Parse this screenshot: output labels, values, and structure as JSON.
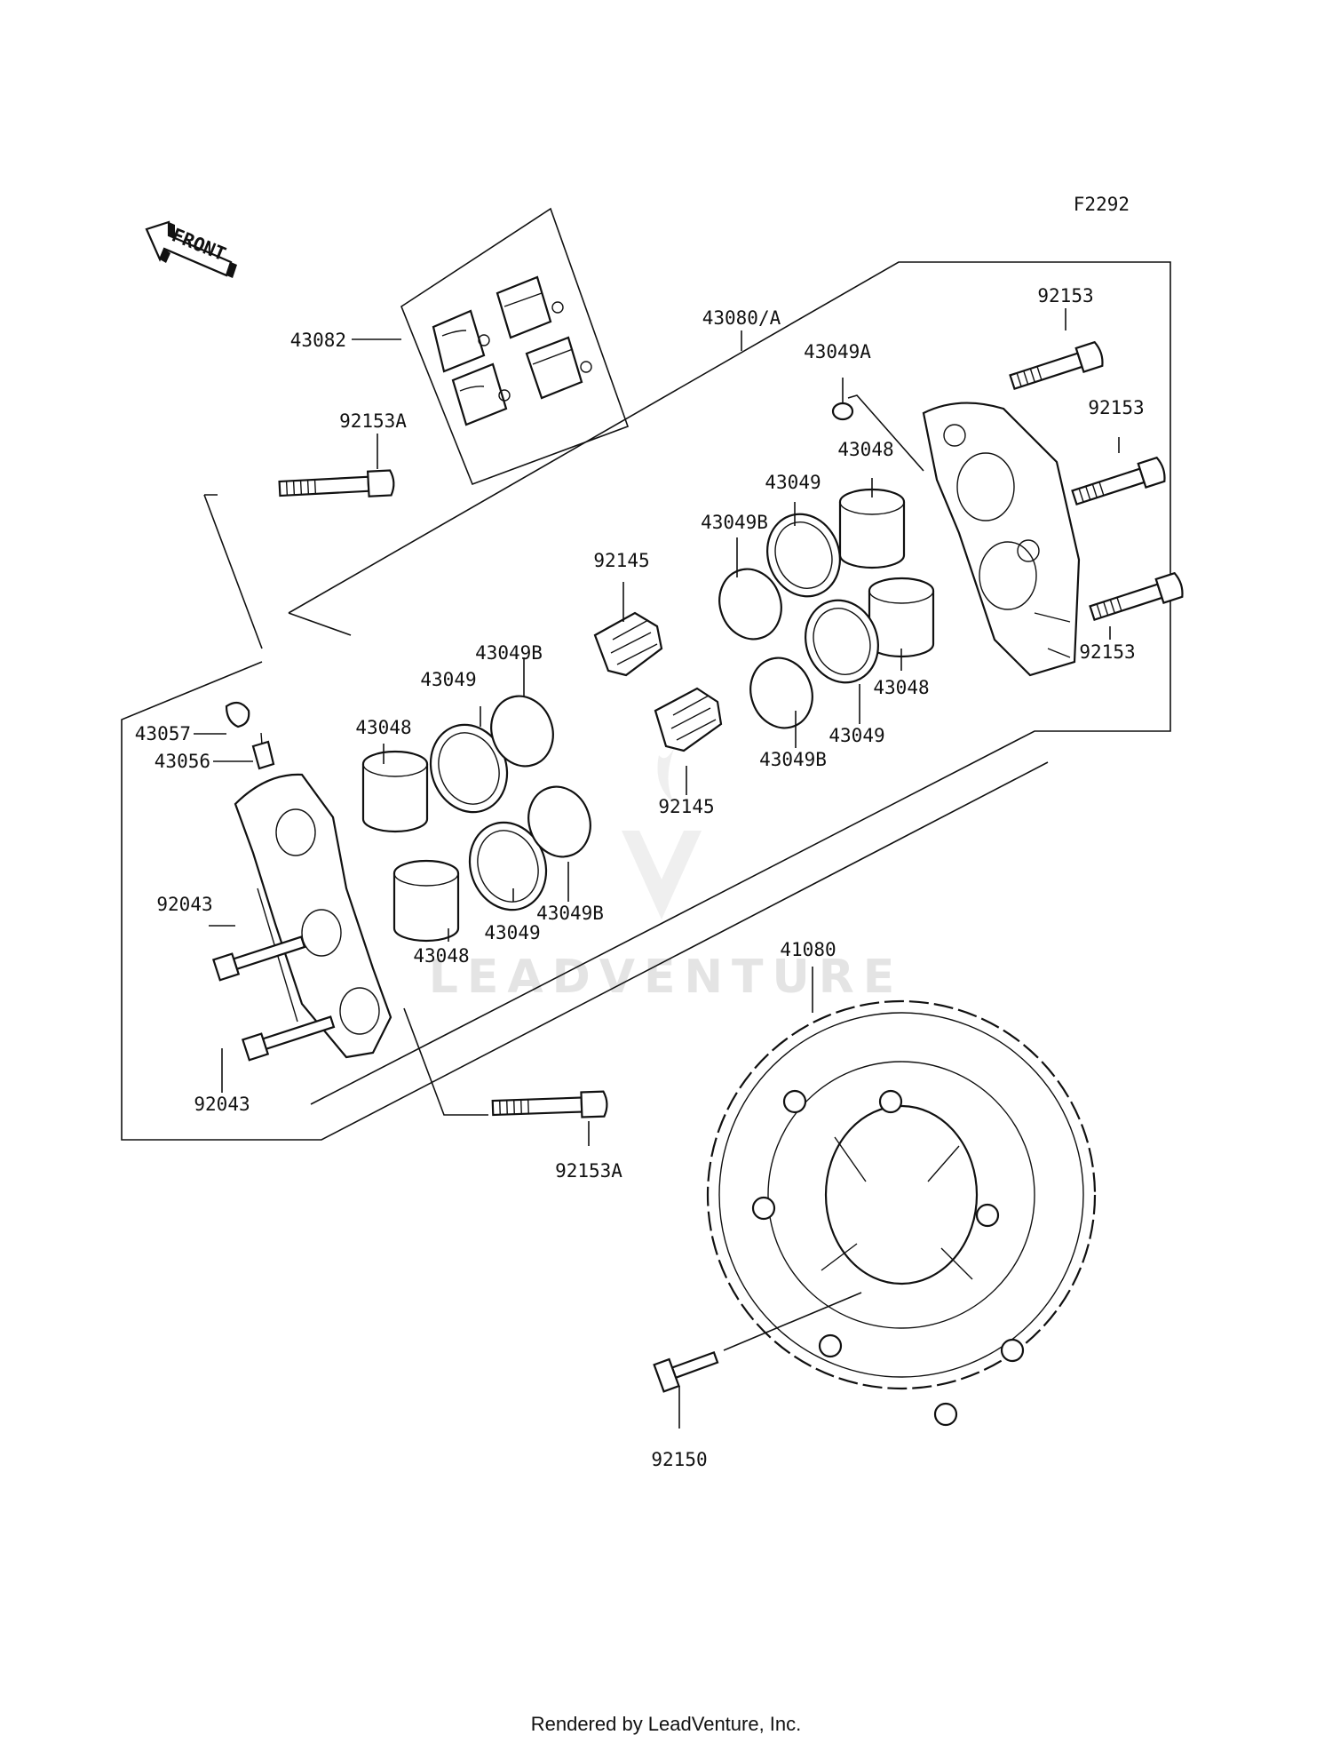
{
  "diagram": {
    "code": "F2292",
    "front_label": "FRONT",
    "watermark": "LEADVENTURE",
    "footer": "Rendered by LeadVenture, Inc."
  },
  "callouts": {
    "c43082": "43082",
    "c43080": "43080/A",
    "c92153_top": "92153",
    "c43049A": "43049A",
    "c92153_mid": "92153",
    "c92153A_top": "92153A",
    "c43048_r1": "43048",
    "c43049_r1": "43049",
    "c43049B_r1": "43049B",
    "c92145_r": "92145",
    "c92153_low": "92153",
    "c43048_r2": "43048",
    "c43049_r2": "43049",
    "c43049B_r2": "43049B",
    "c92145_l": "92145",
    "c43049B_l1": "43049B",
    "c43049_l1": "43049",
    "c43057": "43057",
    "c43048_l1": "43048",
    "c43056": "43056",
    "c92043_top": "92043",
    "c43049B_l2": "43049B",
    "c43049_l2": "43049",
    "c43048_l2": "43048",
    "c41080": "41080",
    "c92043_low": "92043",
    "c92153A_low": "92153A",
    "c92150": "92150"
  }
}
